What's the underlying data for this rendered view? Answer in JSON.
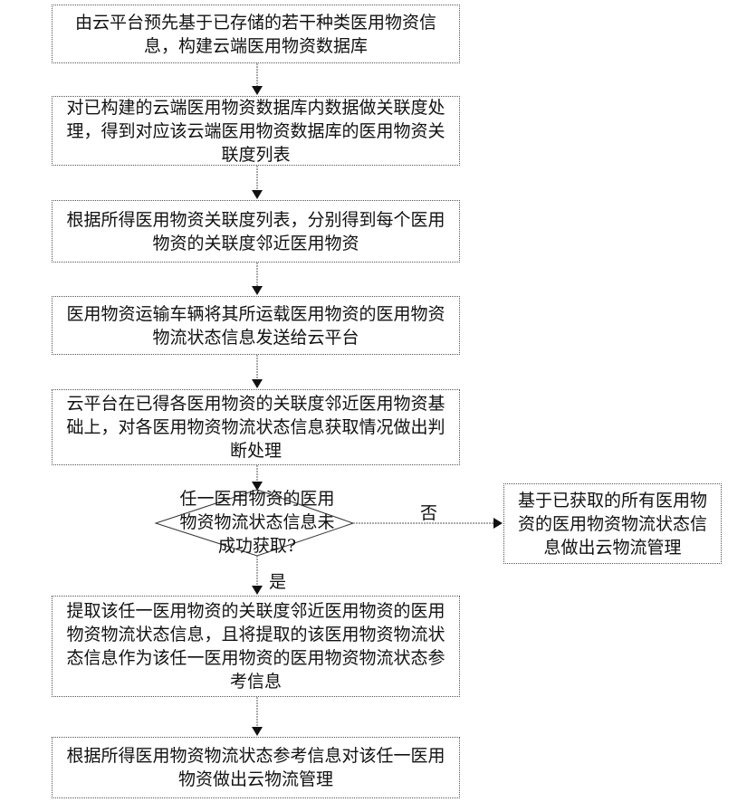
{
  "flowchart": {
    "steps": [
      {
        "id": "s1",
        "text": "由云平台预先基于已存储的若干种类医用物资信息，构建云端医用物资数据库"
      },
      {
        "id": "s2",
        "text": "对已构建的云端医用物资数据库内数据做关联度处理，得到对应该云端医用物资数据库的医用物资关联度列表"
      },
      {
        "id": "s3",
        "text": "根据所得医用物资关联度列表，分别得到每个医用物资的关联度邻近医用物资"
      },
      {
        "id": "s4",
        "text": "医用物资运输车辆将其所运载医用物资的医用物资物流状态信息发送给云平台"
      },
      {
        "id": "s5",
        "text": "云平台在已得各医用物资的关联度邻近医用物资基础上，对各医用物资物流状态信息获取情况做出判断处理"
      },
      {
        "id": "s6",
        "text": "提取该任一医用物资的关联度邻近医用物资的医用物资物流状态信息，且将提取的该医用物资物流状态信息作为该任一医用物资的医用物资物流状态参考信息"
      },
      {
        "id": "s7",
        "text": "根据所得医用物资物流状态参考信息对该任一医用物资做出云物流管理"
      }
    ],
    "decision": {
      "text": "任一医用物资的医用物资物流状态信息未成功获取?"
    },
    "side_step": {
      "text": "基于已获取的所有医用物资的医用物资物流状态信息做出云物流管理"
    },
    "labels": {
      "yes": "是",
      "no": "否"
    }
  }
}
